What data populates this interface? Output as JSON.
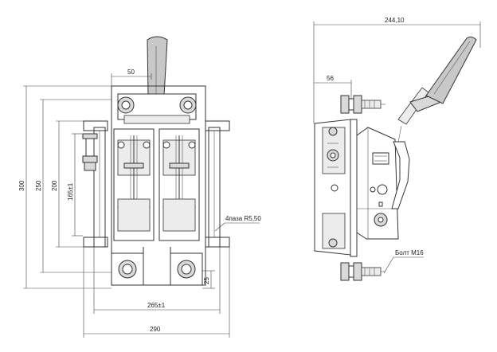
{
  "front_view": {
    "dimensions": {
      "top_offset": "50",
      "overall_height": "300",
      "height_250": "250",
      "height_200": "200",
      "height_165": "165±1",
      "bottom_25": "25",
      "width_265": "265±1",
      "overall_width": "290"
    },
    "slot_note": "4паза R5,50"
  },
  "side_view": {
    "dimensions": {
      "overall_width": "244,10",
      "offset_56": "56"
    },
    "bolt_note": "Болт М16"
  },
  "colors": {
    "line": "#333333",
    "handle": "#c8c8c8",
    "metal_fill": "#d9d9d9"
  }
}
